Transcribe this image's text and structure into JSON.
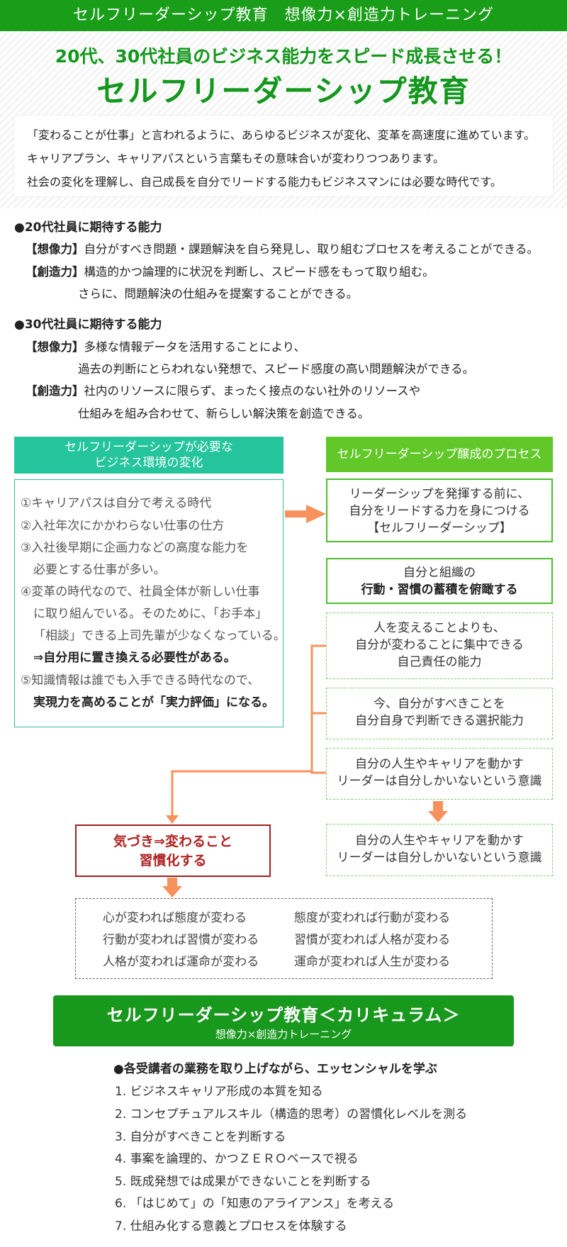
{
  "topbar": "セルフリーダーシップ教育　想像力×創造力トレーニング",
  "hero": {
    "subtitle": "20代、30代社員のビジネス能力をスピード成長させる！",
    "title": "セルフリーダーシップ教育"
  },
  "intro": [
    "「変わることが仕事」と言われるように、あらゆるビジネスが変化、変革を高速度に進めています。",
    "キャリアプラン、キャリアパスという言葉もその意味合いが変わりつつあります。",
    "社会の変化を理解し、自己成長を自分でリードする能力もビジネスマンには必要な時代です。"
  ],
  "s20": {
    "heading": "●20代社員に期待する能力",
    "l1_tag": "【想像力】",
    "l1": "自分がすべき問題・課題解決を自ら発見し、取り組むプロセスを考えることができる。",
    "l2_tag": "【創造力】",
    "l2": "構造的かつ論理的に状況を判断し、スピード感をもって取り組む。",
    "l3": "さらに、問題解決の仕組みを提案することができる。"
  },
  "s30": {
    "heading": "●30代社員に期待する能力",
    "l1_tag": "【想像力】",
    "l1": "多様な情報データを活用することにより、",
    "l2": "過去の判断にとらわれない発想で、スピード感度の高い問題解決ができる。",
    "l3_tag": "【創造力】",
    "l3": "社内のリソースに限らず、まったく接点のない社外のリソースや",
    "l4": "仕組みを組み合わせて、新らしい解決策を創造できる。"
  },
  "left_header": [
    "セルフリーダーシップが必要な",
    "ビジネス環境の変化"
  ],
  "left_items": [
    "①キャリアパスは自分で考える時代",
    "②入社年次にかかわらない仕事の仕方",
    "③入社後早期に企画力などの高度な能力を",
    "必要とする仕事が多い。",
    "④変革の時代なので、社員全体が新しい仕事",
    "に取り組んでいる。そのために、「お手本」",
    "「相談」できる上司先輩が少なくなっている。",
    "⇒自分用に置き換える必要性がある。",
    "⑤知識情報は誰でも入手できる時代なので、",
    "実現力を高めることが「実力評価」になる。"
  ],
  "right_header": "セルフリーダーシップ醸成のプロセス",
  "right_box1": [
    "リーダーシップを発揮する前に、",
    "自分をリードする力を身につける",
    "【セルフリーダーシップ】"
  ],
  "right_box2": [
    "自分と組織の",
    "行動・習慣の蓄積を俯瞰する"
  ],
  "dash1": [
    "人を変えることよりも、",
    "自分が変わることに集中できる",
    "自己責任の能力"
  ],
  "dash2": [
    "今、自分がすべきことを",
    "自分自身で判断できる選択能力"
  ],
  "dash3": [
    "自分の人生やキャリアを動かす",
    "リーダーは自分しかいないという意識"
  ],
  "dash4": [
    "自分の人生やキャリアを動かす",
    "リーダーは自分しかいないという意識"
  ],
  "awareness": [
    "気づき⇒変わること",
    "習慣化する"
  ],
  "maxims": [
    "心が変われば態度が変わる",
    "態度が変われば行動が変わる",
    "行動が変われば習慣が変わる",
    "習慣が変われば人格が変わる",
    "人格が変われば運命が変わる",
    "運命が変われば人生が変わる"
  ],
  "curriculum": {
    "title": "セルフリーダーシップ教育＜カリキュラム＞",
    "subtitle": "想像力×創造力トレーニング",
    "lead": "●各受講者の業務を取り上げながら、エッセンシャルを学ぶ",
    "items": [
      "1. ビジネスキャリア形成の本質を知る",
      "2. コンセプチュアルスキル（構造的思考）の習慣化レベルを測る",
      "3. 自分がすべきことを判断する",
      "4. 事案を論理的、かつＺＥＲＯベースで視る",
      "5. 既成発想では成果ができないことを判断する",
      "6. 「はじめて」の「知恵のアライアンス」を考える",
      "7. 仕組み化する意義とプロセスを体験する"
    ]
  },
  "colors": {
    "green": "#1a9e1a",
    "teal": "#24c59c",
    "lime": "#62c829",
    "orange": "#f7925c",
    "red": "#a31f1f"
  }
}
